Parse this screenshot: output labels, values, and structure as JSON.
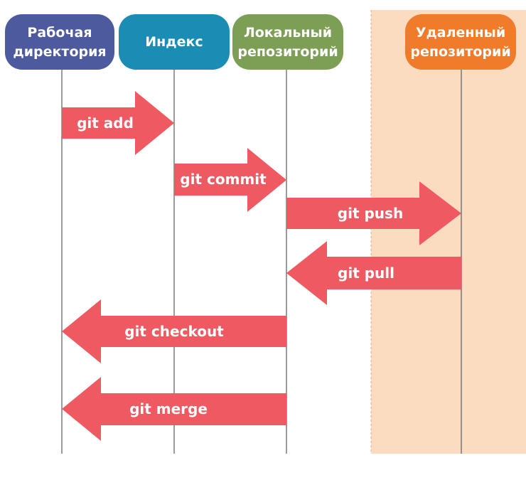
{
  "colors": {
    "workdir": "#4d5a9e",
    "index": "#1b8db4",
    "local": "#7d9e55",
    "remote": "#f07b2a",
    "arrow": "#ef5a62",
    "remote_zone": "#fcdcc0",
    "lifeline": "#666666"
  },
  "participants": [
    {
      "key": "workdir",
      "line1": "Рабочая",
      "line2": "директория"
    },
    {
      "key": "index",
      "line1": "Индекс",
      "line2": ""
    },
    {
      "key": "local",
      "line1": "Локальный",
      "line2": "репозиторий"
    },
    {
      "key": "remote",
      "line1": "Удаленный",
      "line2": "репозиторий"
    }
  ],
  "commands": [
    {
      "label": "git add",
      "from": "workdir",
      "to": "index"
    },
    {
      "label": "git commit",
      "from": "index",
      "to": "local"
    },
    {
      "label": "git push",
      "from": "local",
      "to": "remote"
    },
    {
      "label": "git pull",
      "from": "remote",
      "to": "local"
    },
    {
      "label": "git checkout",
      "from": "local",
      "to": "workdir"
    },
    {
      "label": "git merge",
      "from": "local",
      "to": "workdir"
    }
  ]
}
